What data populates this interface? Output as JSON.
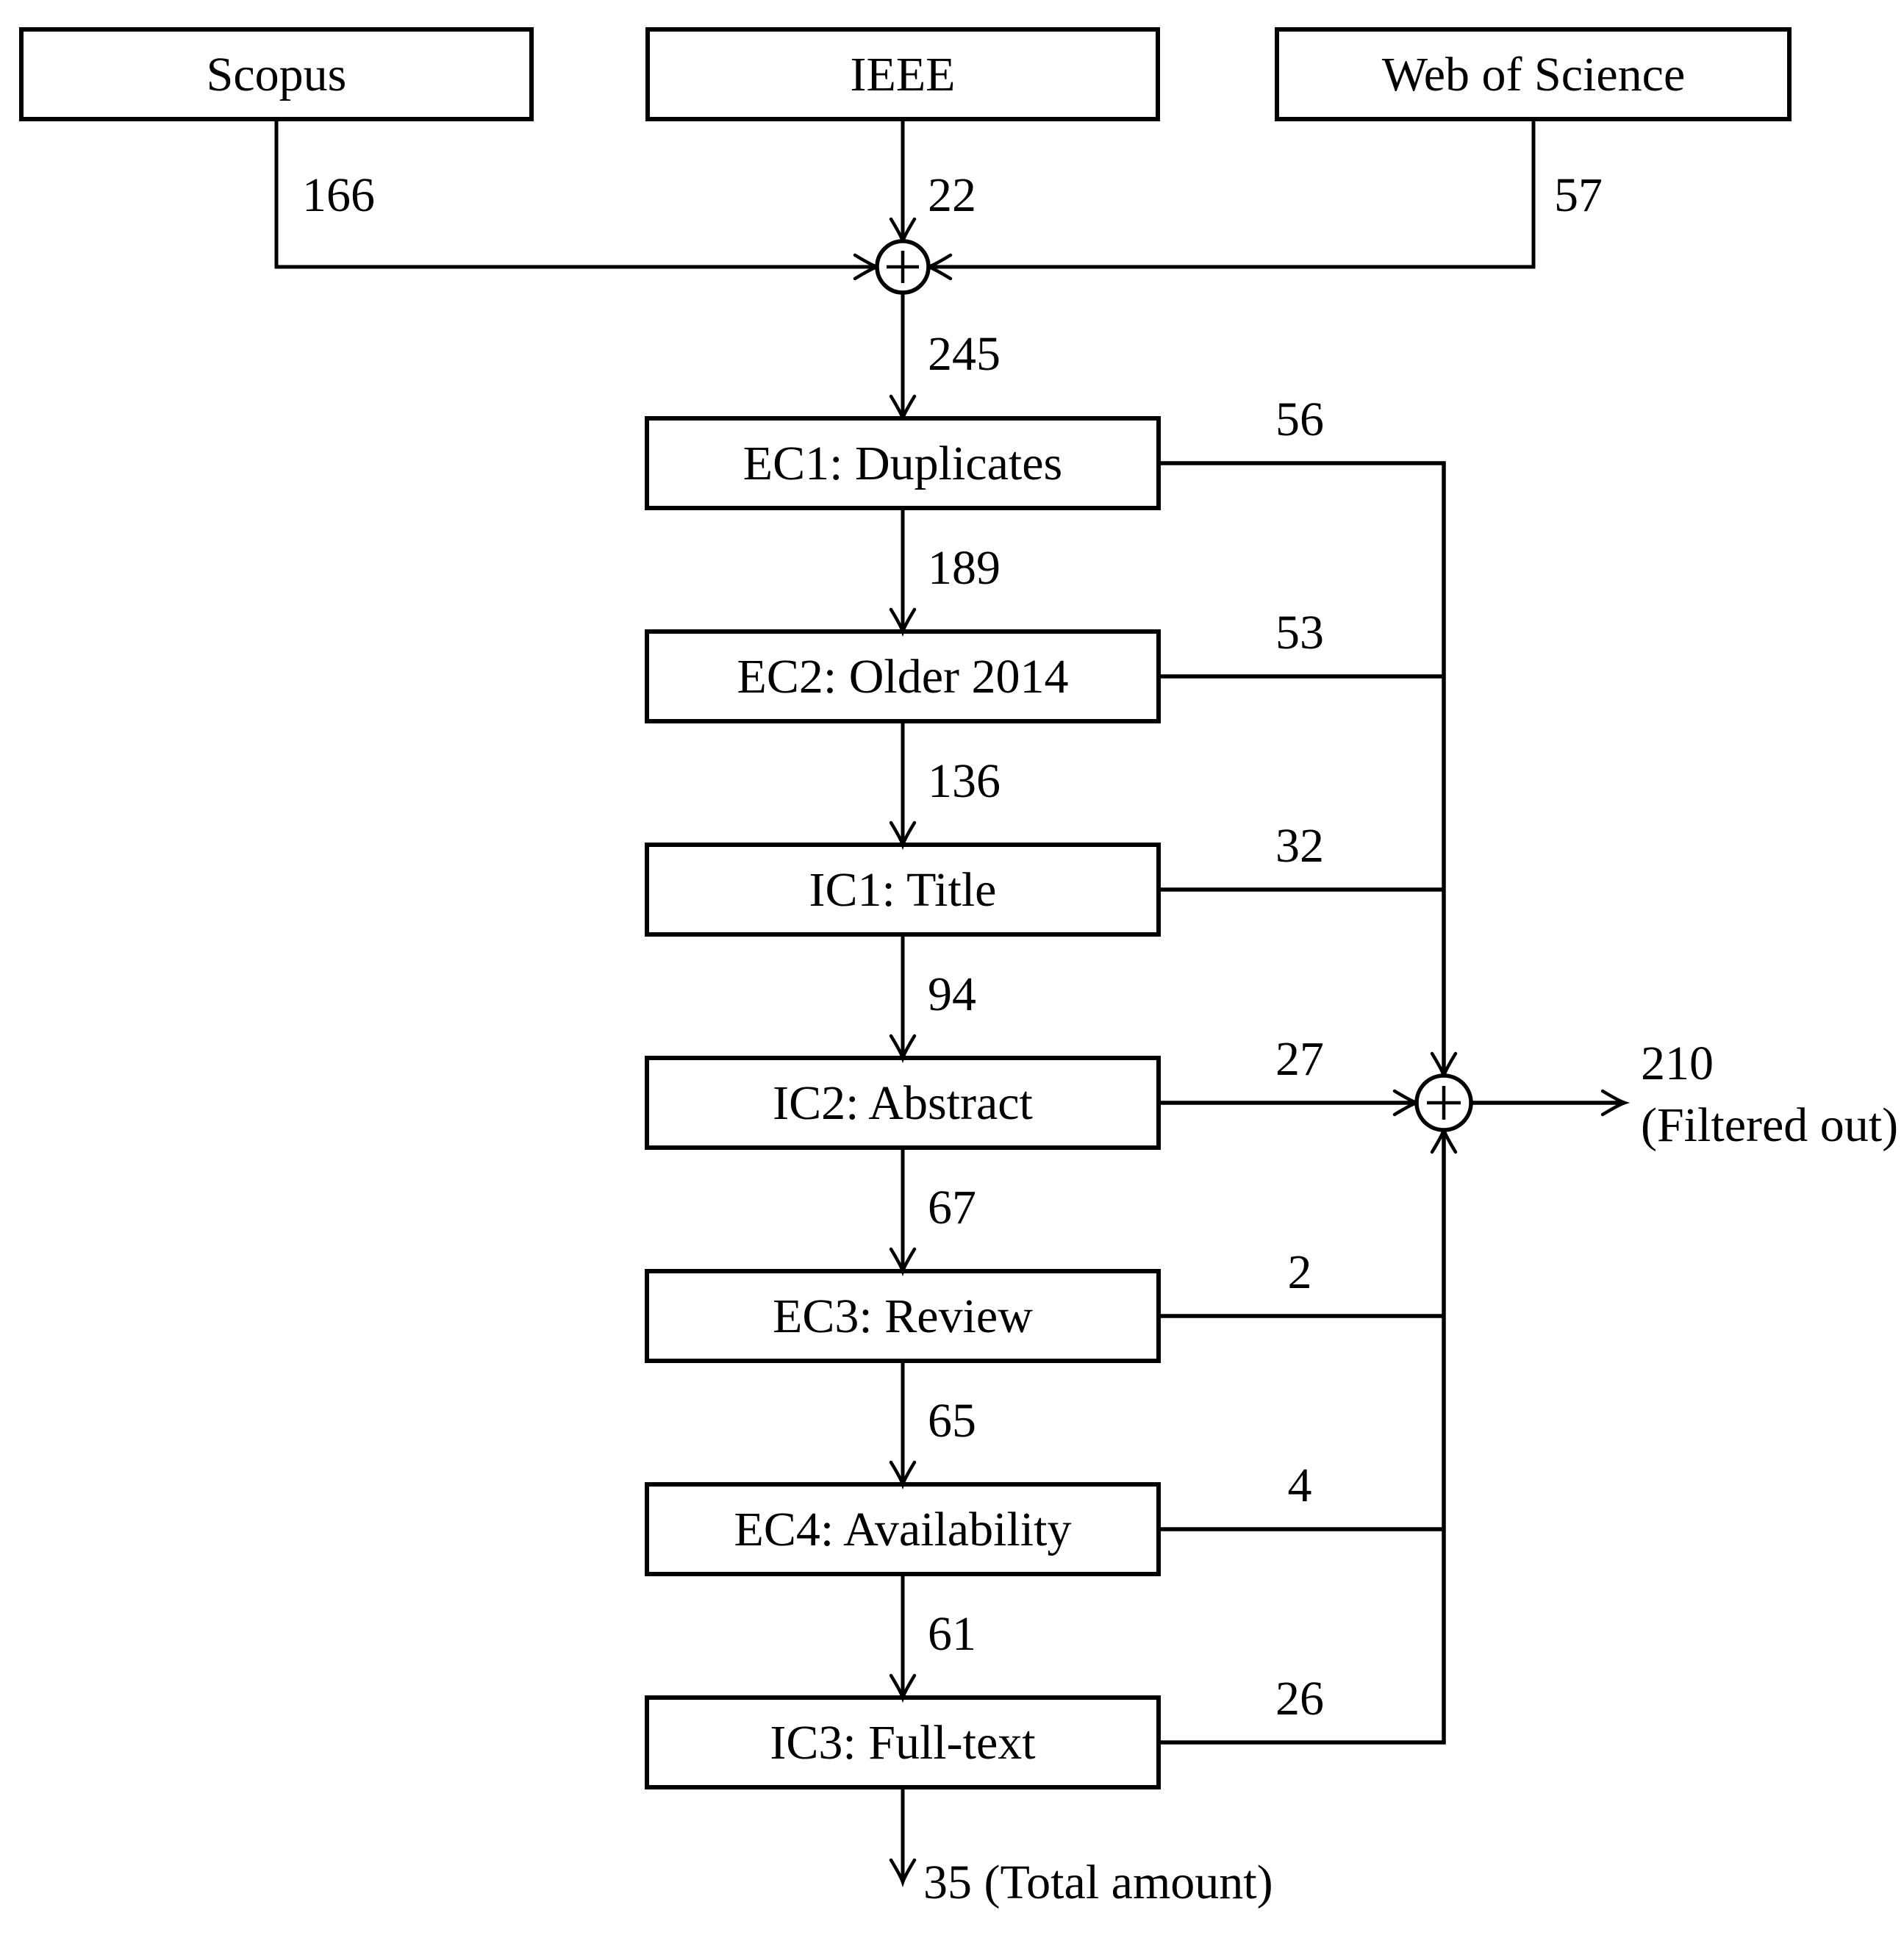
{
  "colors": {
    "ink": "#000000",
    "paper": "#ffffff"
  },
  "flow": {
    "sources": [
      {
        "label": "Scopus",
        "count": "166"
      },
      {
        "label": "IEEE",
        "count": "22"
      },
      {
        "label": "Web of Science",
        "count": "57"
      }
    ],
    "junctions": [
      {
        "icon": "plus-circle",
        "symbol": "+"
      },
      {
        "icon": "plus-circle",
        "symbol": "+"
      }
    ],
    "merge_output": "245",
    "stages": [
      {
        "label": "EC1: Duplicates",
        "removed": "56",
        "remaining": "189"
      },
      {
        "label": "EC2: Older 2014",
        "removed": "53",
        "remaining": "136"
      },
      {
        "label": "IC1: Title",
        "removed": "32",
        "remaining": "94"
      },
      {
        "label": "IC2: Abstract",
        "removed": "27",
        "remaining": "67"
      },
      {
        "label": "EC3: Review",
        "removed": "2",
        "remaining": "65"
      },
      {
        "label": "EC4: Availability",
        "removed": "4",
        "remaining": "61"
      },
      {
        "label": "IC3: Full-text",
        "removed": "26",
        "remaining": ""
      }
    ],
    "filtered_out": {
      "count": "210",
      "caption": "(Filtered out)"
    },
    "final_label": "35 (Total amount)"
  }
}
